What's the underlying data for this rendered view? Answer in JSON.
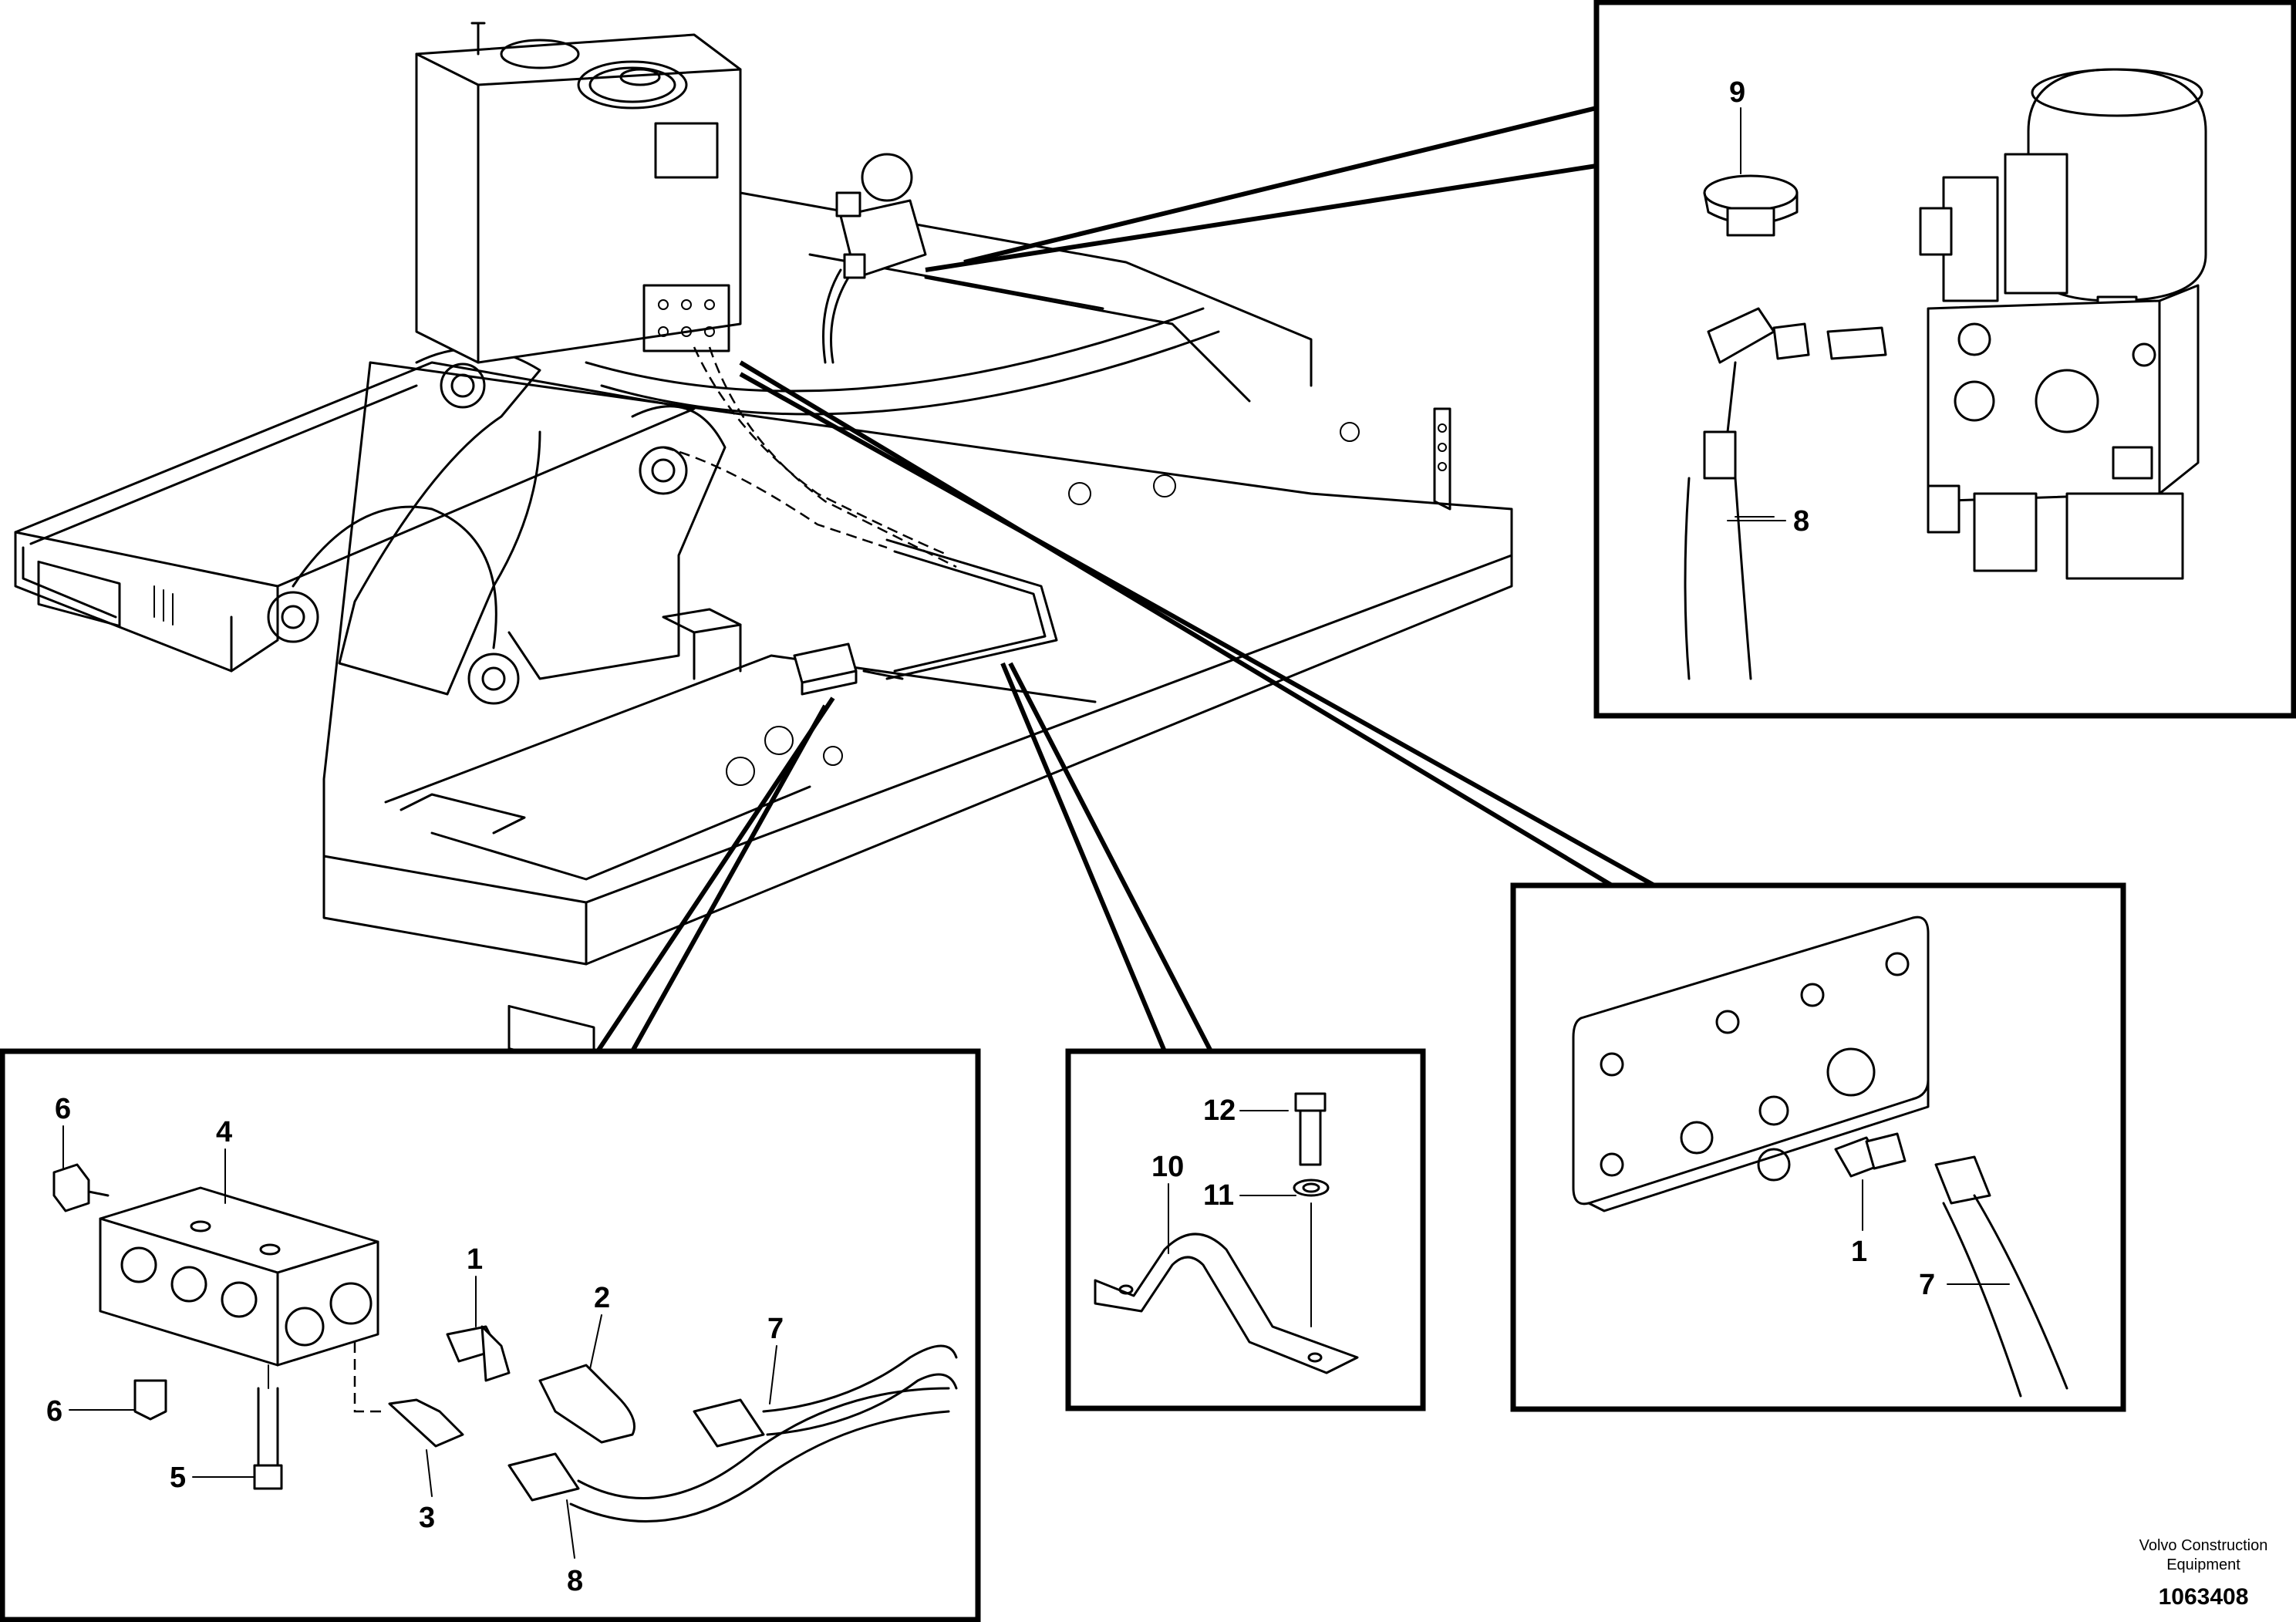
{
  "callouts": {
    "c1a": "1",
    "c2": "2",
    "c3": "3",
    "c4": "4",
    "c5": "5",
    "c6a": "6",
    "c6b": "6",
    "c7a": "7",
    "c8a": "8",
    "c9": "9",
    "c8b": "8",
    "c10": "10",
    "c11": "11",
    "c12": "12",
    "c1b": "1",
    "c7b": "7"
  },
  "footer": {
    "company_line1": "Volvo Construction",
    "company_line2": "Equipment",
    "drawing_number": "1063408"
  }
}
